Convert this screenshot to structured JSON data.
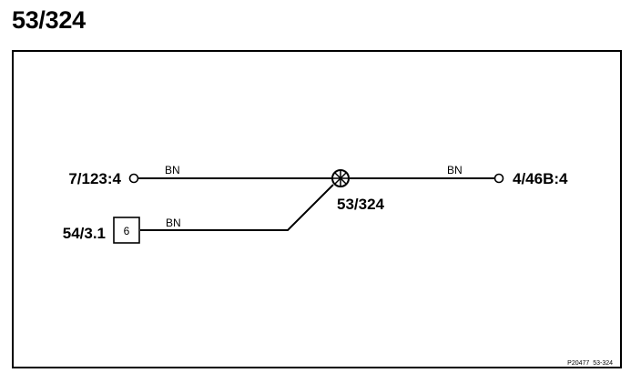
{
  "title": "53/324",
  "diagram": {
    "terminals": {
      "left_top": "7/123:4",
      "right": "4/46B:4",
      "left_bottom": "54/3.1"
    },
    "connector_pin": "6",
    "splice": "53/324",
    "wires": {
      "top_left": "BN",
      "top_right": "BN",
      "bottom": "BN"
    },
    "reference": "P20477  53-324"
  }
}
